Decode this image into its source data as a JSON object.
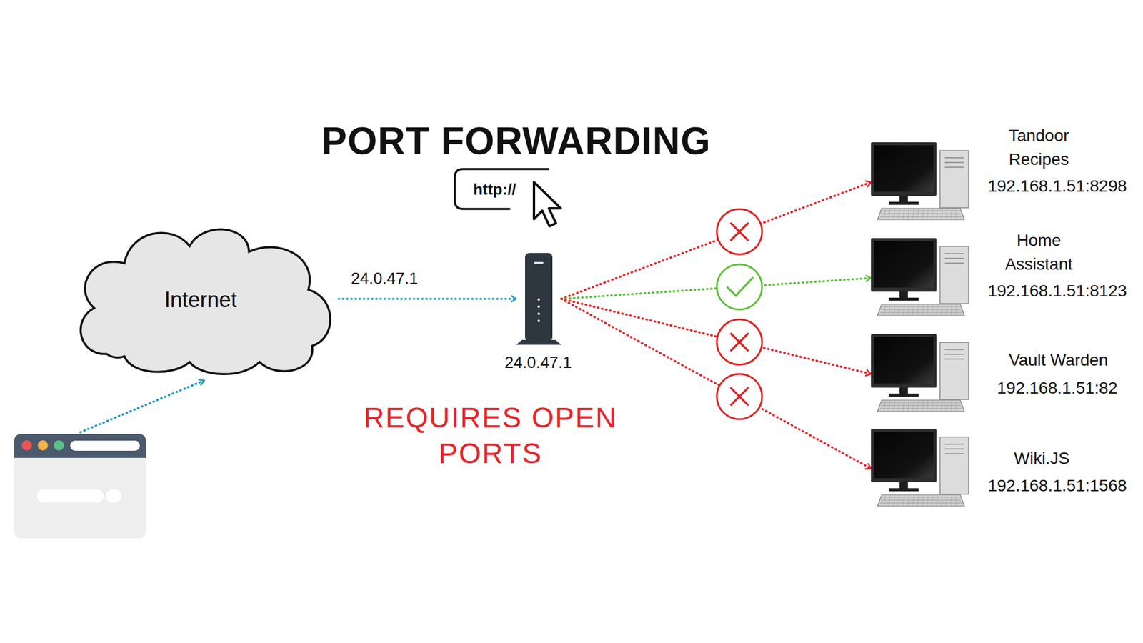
{
  "diagram": {
    "title": "PORT FORWARDING",
    "nodes": [
      {
        "text": [
          "Internet"
        ]
      },
      {
        "text": [
          "24.0.47.1"
        ]
      },
      {
        "text": [
          "Tandoor Recipes",
          "192.168.1.51:8298"
        ]
      },
      {
        "text": [
          "Home Assistant",
          "192.168.1.51:8123"
        ]
      },
      {
        "text": [
          "Vault Warden",
          "192.168.1.51:82"
        ]
      },
      {
        "text": [
          "Wiki.JS",
          "192.168.1.51:1568"
        ]
      }
    ],
    "edges": [
      {
        "from": 0,
        "to": 1,
        "arrow": "to",
        "label": "24.0.47.1"
      },
      {
        "from": 1,
        "to": 2,
        "arrow": "to"
      },
      {
        "from": 1,
        "to": 3,
        "arrow": "to"
      },
      {
        "from": 1,
        "to": 4,
        "arrow": "to"
      },
      {
        "from": 1,
        "to": 5,
        "arrow": "to"
      }
    ],
    "labels": [
      "http://",
      "REQUIRES OPEN PORTS"
    ]
  }
}
